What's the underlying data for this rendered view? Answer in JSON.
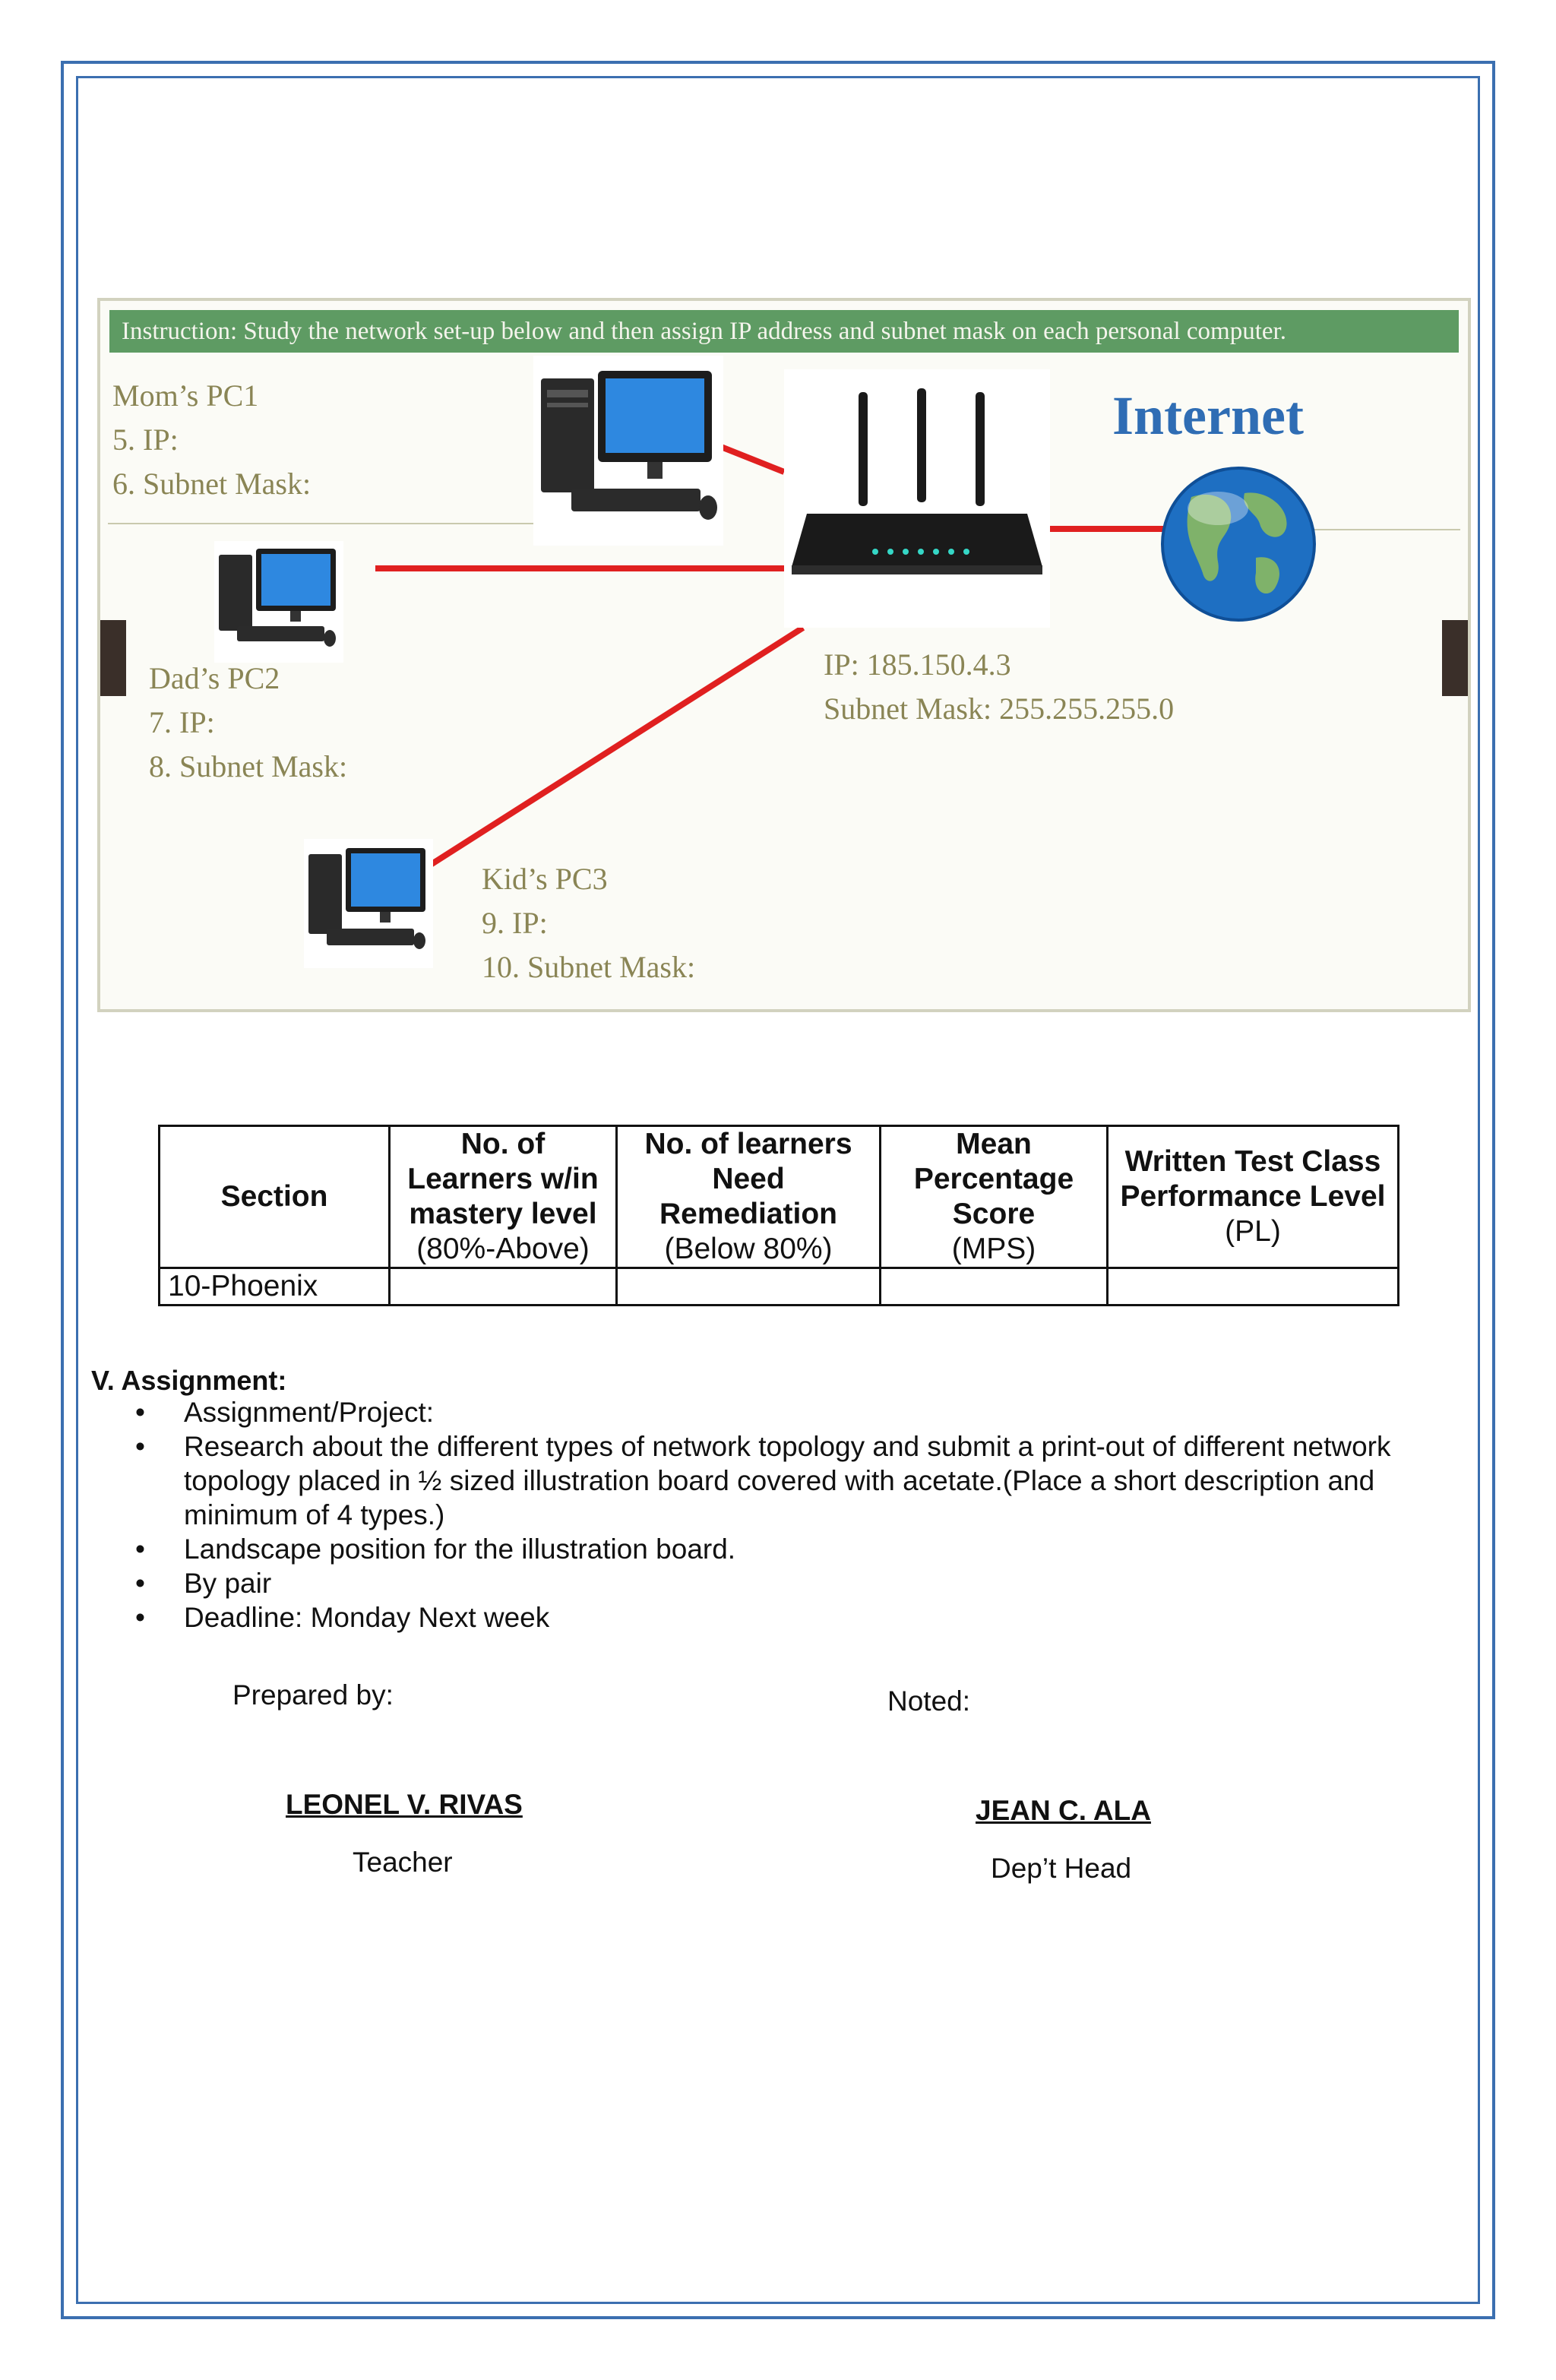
{
  "diagram": {
    "instruction": "Instruction: Study the network set-up below and then assign IP address and subnet mask on each personal computer.",
    "internet_label": "Internet",
    "moms_pc": {
      "title": "Mom’s PC1",
      "ip": "5. IP:",
      "mask": "6. Subnet Mask:"
    },
    "dads_pc": {
      "title": "Dad’s PC2",
      "ip": "7. IP:",
      "mask": "8. Subnet Mask:"
    },
    "kids_pc": {
      "title": "Kid’s PC3",
      "ip": "9. IP:",
      "mask": "10.  Subnet Mask:"
    },
    "router": {
      "ip": "IP: 185.150.4.3",
      "mask": "Subnet Mask: 255.255.255.0"
    },
    "colors": {
      "bar": "#5e9b63",
      "link": "#e02020",
      "label": "#8a8555",
      "internet": "#2f6db4"
    },
    "icons": [
      "desktop-pc-icon",
      "wifi-router-icon",
      "globe-icon"
    ]
  },
  "table": {
    "headers": [
      {
        "bold": "Section",
        "sub": ""
      },
      {
        "bold": "No. of Learners w/in mastery level",
        "sub": "(80%-Above)"
      },
      {
        "bold": "No. of learners Need Remediation",
        "sub": "(Below 80%)"
      },
      {
        "bold": "Mean Percentage Score",
        "sub": "(MPS)"
      },
      {
        "bold": "Written Test Class Performance Level",
        "sub": "(PL)"
      }
    ],
    "rows": [
      [
        "10-Phoenix",
        "",
        "",
        "",
        ""
      ]
    ]
  },
  "assignment": {
    "title": "V. Assignment:",
    "items": [
      "Assignment/Project:",
      "Research about the different types of network topology and submit a print-out of different network topology placed in ½ sized illustration board covered with acetate.(Place a short description and minimum of 4 types.)",
      "Landscape position for the illustration board.",
      "By pair",
      "Deadline: Monday Next week"
    ]
  },
  "signatures": {
    "prepared_label": "Prepared by:",
    "prepared_name": "LEONEL V. RIVAS",
    "prepared_role": "Teacher",
    "noted_label": "Noted:",
    "noted_name": "JEAN C. ALA",
    "noted_role": "Dep’t Head"
  }
}
